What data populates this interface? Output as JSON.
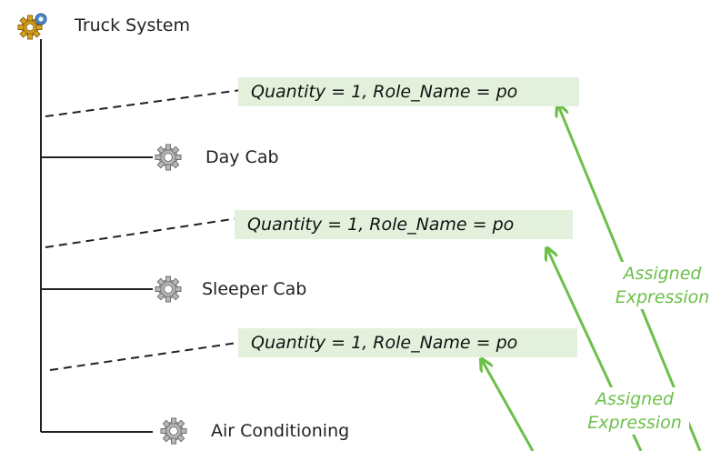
{
  "root": {
    "label": "Truck System",
    "icon": "gear-gold-icon"
  },
  "children": [
    {
      "label": "Day Cab",
      "icon": "gear-gray-icon",
      "expression": "Quantity = 1, Role_Name = po"
    },
    {
      "label": "Sleeper Cab",
      "icon": "gear-gray-icon",
      "expression": "Quantity = 1, Role_Name = po"
    },
    {
      "label": "Air Conditioning",
      "icon": "gear-gray-icon",
      "expression": "Quantity = 1, Role_Name = po"
    }
  ],
  "callouts": [
    {
      "line1": "Assigned",
      "line2": "Expression"
    },
    {
      "line1": "Assigned",
      "line2": "Expression"
    }
  ],
  "colors": {
    "accent_green": "#6cc04a",
    "expression_bg": "#e3f1dc",
    "tree_line": "#222222",
    "root_icon": "#d9a21b",
    "child_icon": "#9c9c9c"
  }
}
